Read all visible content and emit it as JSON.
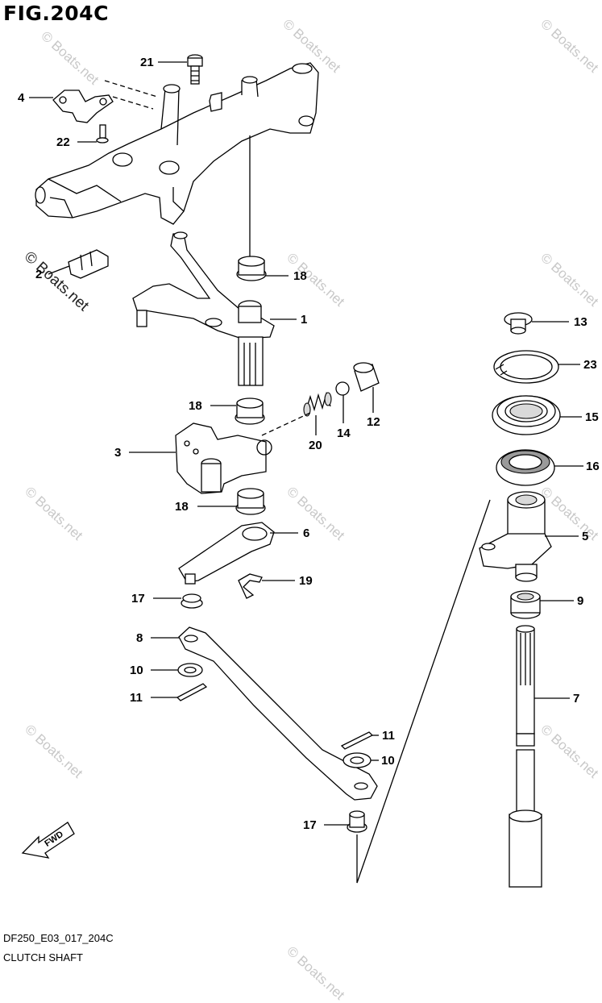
{
  "figure": {
    "title": "FIG.204C",
    "model_code": "DF250_E03_017_204C",
    "caption": "CLUTCH SHAFT",
    "direction_label": "FWD"
  },
  "watermark": {
    "text": "© Boats.net",
    "color": "#c8c8c8"
  },
  "callouts": [
    {
      "id": "c21a",
      "label": "21"
    },
    {
      "id": "c4",
      "label": "4"
    },
    {
      "id": "c22",
      "label": "22"
    },
    {
      "id": "c2",
      "label": "2"
    },
    {
      "id": "c18a",
      "label": "18"
    },
    {
      "id": "c1",
      "label": "1"
    },
    {
      "id": "c18b",
      "label": "18"
    },
    {
      "id": "c3",
      "label": "3"
    },
    {
      "id": "c20",
      "label": "20"
    },
    {
      "id": "c14",
      "label": "14"
    },
    {
      "id": "c12",
      "label": "12"
    },
    {
      "id": "c18c",
      "label": "18"
    },
    {
      "id": "c6",
      "label": "6"
    },
    {
      "id": "c19",
      "label": "19"
    },
    {
      "id": "c17a",
      "label": "17"
    },
    {
      "id": "c8",
      "label": "8"
    },
    {
      "id": "c10a",
      "label": "10"
    },
    {
      "id": "c11a",
      "label": "11"
    },
    {
      "id": "c11b",
      "label": "11"
    },
    {
      "id": "c10b",
      "label": "10"
    },
    {
      "id": "c17b",
      "label": "17"
    },
    {
      "id": "c13",
      "label": "13"
    },
    {
      "id": "c23",
      "label": "23"
    },
    {
      "id": "c15",
      "label": "15"
    },
    {
      "id": "c16",
      "label": "16"
    },
    {
      "id": "c5",
      "label": "5"
    },
    {
      "id": "c9",
      "label": "9"
    },
    {
      "id": "c7",
      "label": "7"
    }
  ]
}
